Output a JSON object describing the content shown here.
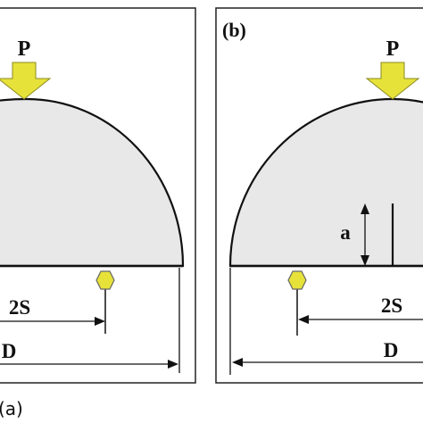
{
  "figure": {
    "caption": "(a)",
    "panel_a": {
      "load_label": "P",
      "span_label": "2S",
      "diameter_label": "D"
    },
    "panel_b": {
      "tag": "(b)",
      "load_label": "P",
      "notch_label": "a",
      "span_label": "2S",
      "diameter_label": "D"
    }
  },
  "colors": {
    "specimen_fill": "#e8e8e8",
    "load_arrow": "#e6e23a",
    "support": "#e6e23a",
    "outline": "#111111",
    "frame": "#222222"
  }
}
